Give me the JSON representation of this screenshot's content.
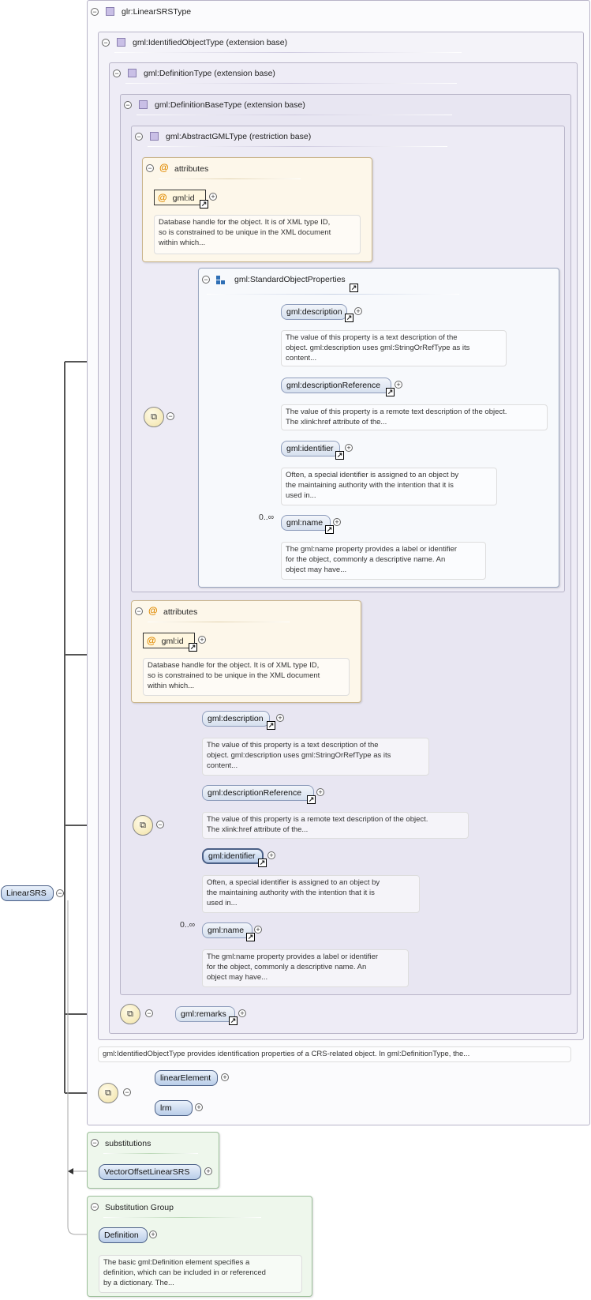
{
  "root": {
    "name": "LinearSRS"
  },
  "types": {
    "lrs": "glr:LinearSRSType",
    "identified": "gml:IdentifiedObjectType (extension base)",
    "definition": "gml:DefinitionType (extension base)",
    "definition_base": "gml:DefinitionBaseType (extension base)",
    "abstract_gml": "gml:AbstractGMLType (restriction base)"
  },
  "attributes_label": "attributes",
  "gml_id": {
    "name": "gml:id",
    "desc": [
      "Database handle for the object. It is of XML type ID,",
      "so is constrained to be unique in the XML document",
      "within which..."
    ]
  },
  "std_props": {
    "name": "gml:StandardObjectProperties"
  },
  "elements": {
    "description": {
      "name": "gml:description",
      "desc": [
        "The value of this property is a text description of the",
        "object. gml:description uses gml:StringOrRefType as its",
        "content..."
      ]
    },
    "description_ref": {
      "name": "gml:descriptionReference",
      "desc": [
        "The value of this property is a remote text description of the object.",
        "The xlink:href attribute of the..."
      ]
    },
    "identifier": {
      "name": "gml:identifier",
      "desc": [
        "Often, a special identifier is assigned to an object by",
        "the maintaining authority with the intention that it is",
        "used in..."
      ]
    },
    "name": {
      "name": "gml:name",
      "cardinality": "0..∞",
      "desc": [
        "The gml:name property provides a label or identifier",
        "for the object, commonly a descriptive name. An",
        "object may have..."
      ]
    }
  },
  "remarks": {
    "name": "gml:remarks"
  },
  "identified_note": "gml:IdentifiedObjectType provides identification properties of a CRS-related object. In gml:DefinitionType, the...",
  "choice": {
    "linear_element": "linearElement",
    "lrm": "lrm"
  },
  "substitutions": {
    "label": "substitutions",
    "item": "VectorOffsetLinearSRS"
  },
  "substitution_group": {
    "label": "Substitution Group",
    "item": "Definition",
    "desc": [
      "The basic gml:Definition element specifies a",
      "definition, which can be included in or referenced",
      "by a dictionary. The..."
    ]
  },
  "colors": {
    "connector": "#555555",
    "element_border": "#4a5f86",
    "attribute_icon": "#e08a00"
  }
}
